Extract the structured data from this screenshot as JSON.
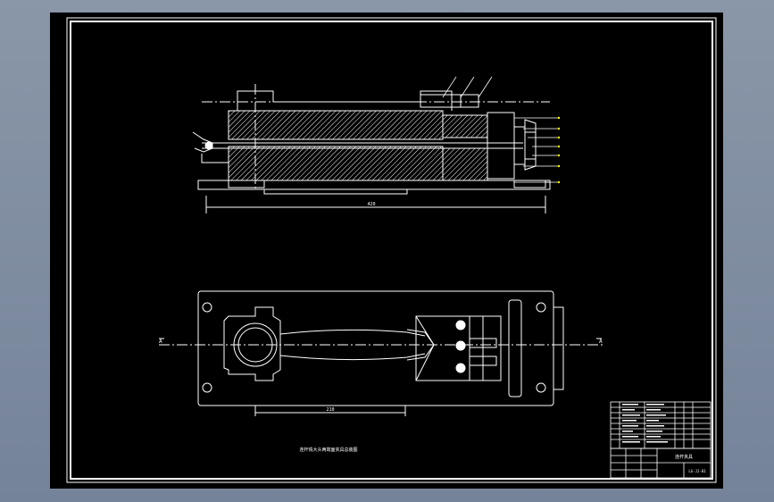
{
  "viewer": {
    "background": "#7f8da1",
    "canvas_color": "#000000",
    "line_color": "#ffffff",
    "accent_color": "#ffff00"
  },
  "drawing": {
    "front_view": {
      "overall_dim_label": "420",
      "leader_count": 8
    },
    "plan_view": {
      "center_dim_label": "210",
      "section_label_left": "A",
      "section_label_right": "A"
    },
    "caption": "连杆铣大头两端面夹具总装图"
  },
  "title_block": {
    "drawing_no": "LG-JJ-01",
    "title": "连杆夹具"
  }
}
